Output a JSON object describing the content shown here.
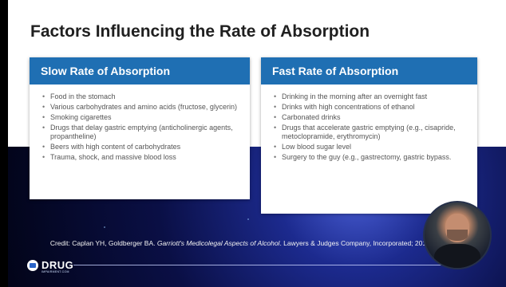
{
  "slide": {
    "title": "Factors Influencing the Rate of Absorption",
    "slow": {
      "header": "Slow Rate of Absorption",
      "items": [
        "Food in the stomach",
        "Various carbohydrates and amino acids (fructose, glycerin)",
        "Smoking cigarettes",
        "Drugs that delay gastric emptying (anticholinergic agents, propantheline)",
        "Beers with high content of carbohydrates",
        "Trauma, shock, and massive blood loss"
      ]
    },
    "fast": {
      "header": "Fast Rate of Absorption",
      "items": [
        "Drinking in the morning after an overnight fast",
        "Drinks with high concentrations of ethanol",
        "Carbonated drinks",
        "Drugs that accelerate gastric emptying (e.g., cisapride, metoclopramide, erythromycin)",
        "Low blood sugar level",
        "Surgery to the guy (e.g., gastrectomy, gastric bypass."
      ]
    },
    "credit": {
      "prefix": "Credit: Caplan YH, Goldberger BA. ",
      "italic": "Garriott's Medicolegal Aspects of Alcohol",
      "suffix": ". Lawyers & Judges Company, Incorporated; 2015."
    },
    "logo": {
      "text": "DRUG",
      "subtext": "IMPAIRMENT.COM"
    }
  },
  "colors": {
    "header_blue": "#1f6fb3",
    "title": "#202020",
    "background_dark": "#0a0f45"
  },
  "icons": [
    "drug-impairment-logo-icon"
  ]
}
